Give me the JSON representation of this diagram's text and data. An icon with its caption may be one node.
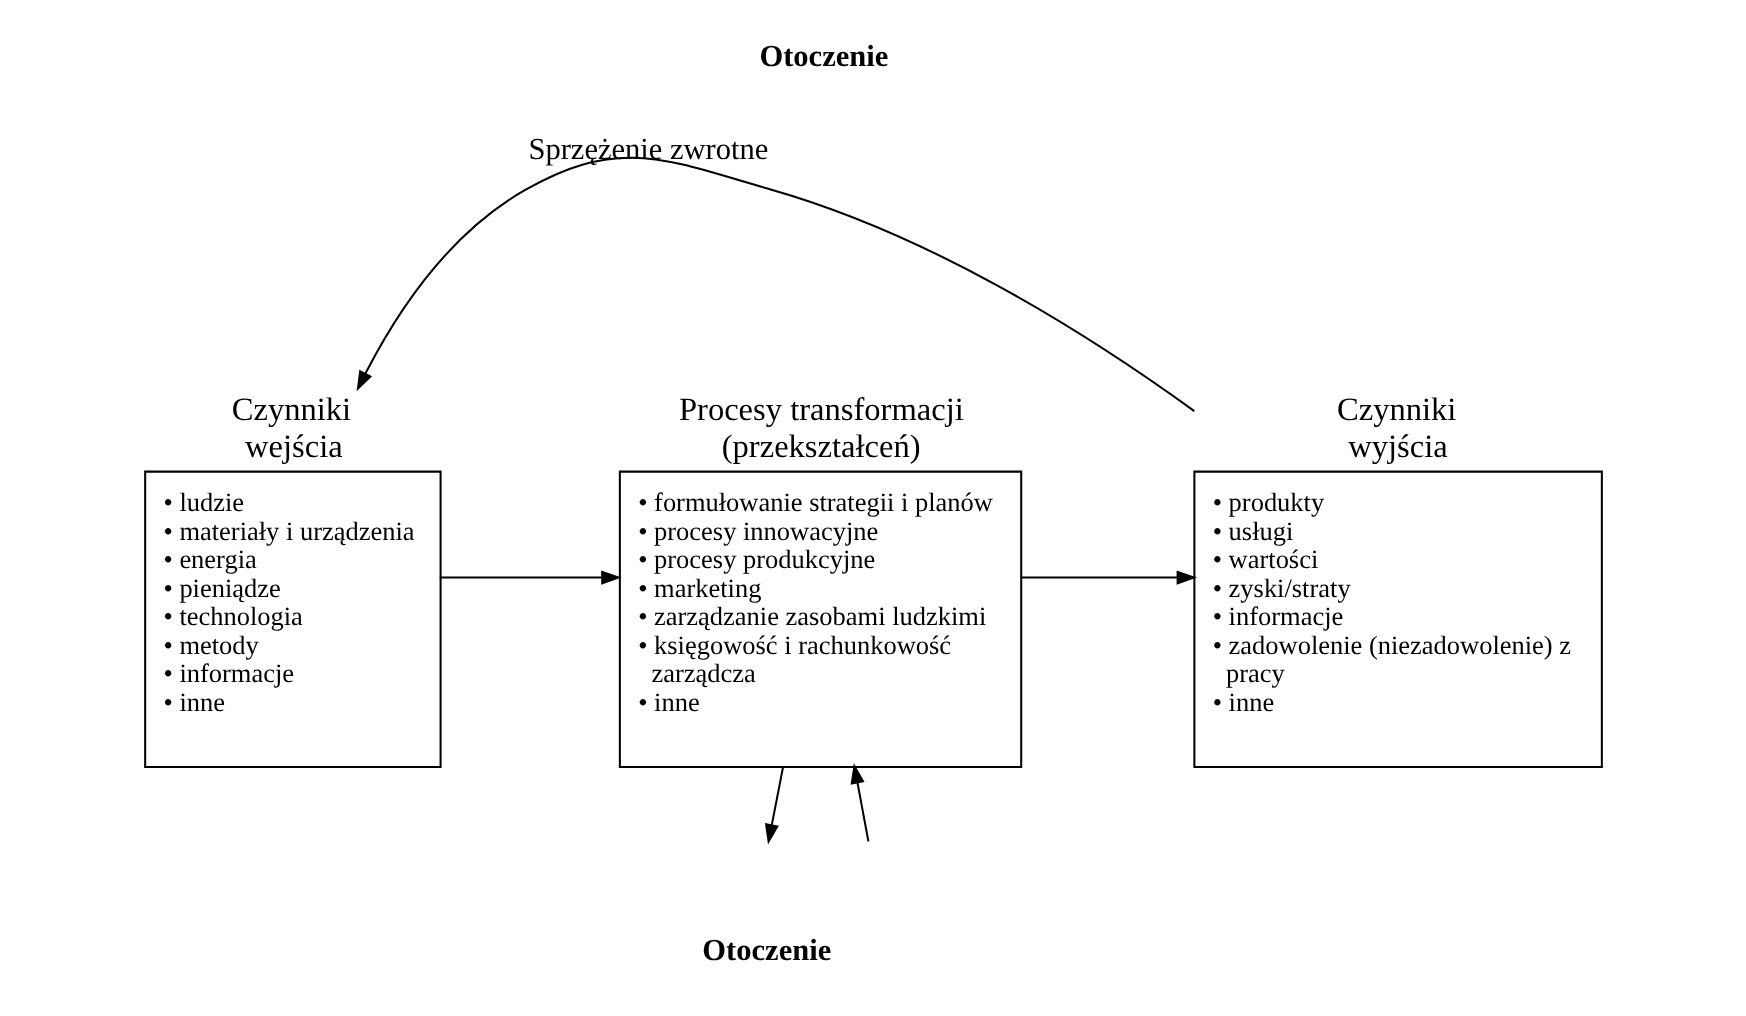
{
  "diagram": {
    "nodes": [
      {
        "text": [
          "Czynniki wejścia",
          "• ludzie",
          "• materiały i urządzenia",
          "• energia",
          "• pieniądze",
          "• technologia",
          "• metody",
          "• informacje",
          "• inne"
        ]
      },
      {
        "text": [
          "Procesy transformacji (przekształceń)",
          "• formułowanie strategii i planów",
          "• procesy innowacyjne",
          "• procesy produkcyjne",
          "• marketing",
          "• zarządzanie zasobami ludzkimi",
          "• księgowość i rachunkowość zarządcza",
          "• inne"
        ]
      },
      {
        "text": [
          "Czynniki wyjścia",
          "• produkty",
          "• usługi",
          "• wartości",
          "• zyski/straty",
          "• informacje",
          "• zadowolenie (niezadowolenie) z pracy",
          "• inne"
        ]
      }
    ],
    "edges": [
      {
        "from": 0,
        "to": 1,
        "arrow": "to"
      },
      {
        "from": 1,
        "to": 2,
        "arrow": "to"
      },
      {
        "from": 2,
        "to": 0,
        "arrow": "to",
        "label": "Sprzężenie zwrotne"
      },
      {
        "from": 1,
        "to": null,
        "arrow": "to"
      },
      {
        "from": null,
        "to": 1,
        "arrow": "to"
      }
    ],
    "labels": [
      "Otoczenie",
      "Otoczenie"
    ]
  }
}
